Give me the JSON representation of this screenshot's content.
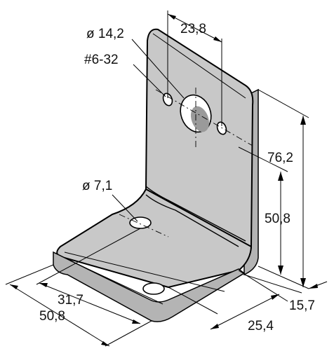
{
  "labels": {
    "hole_large": "ø 14,2",
    "thread": "#6-32",
    "spacing": "23,8",
    "overall_height": "76,2",
    "hole_height": "50,8",
    "hole_small": "ø 7,1",
    "depth": "15,7",
    "width_31": "31,7",
    "width_50": "50,8",
    "base_length": "25,4"
  },
  "colors": {
    "body": "#c8c8c8",
    "shade": "#b4b4b4",
    "outline": "#000000"
  }
}
